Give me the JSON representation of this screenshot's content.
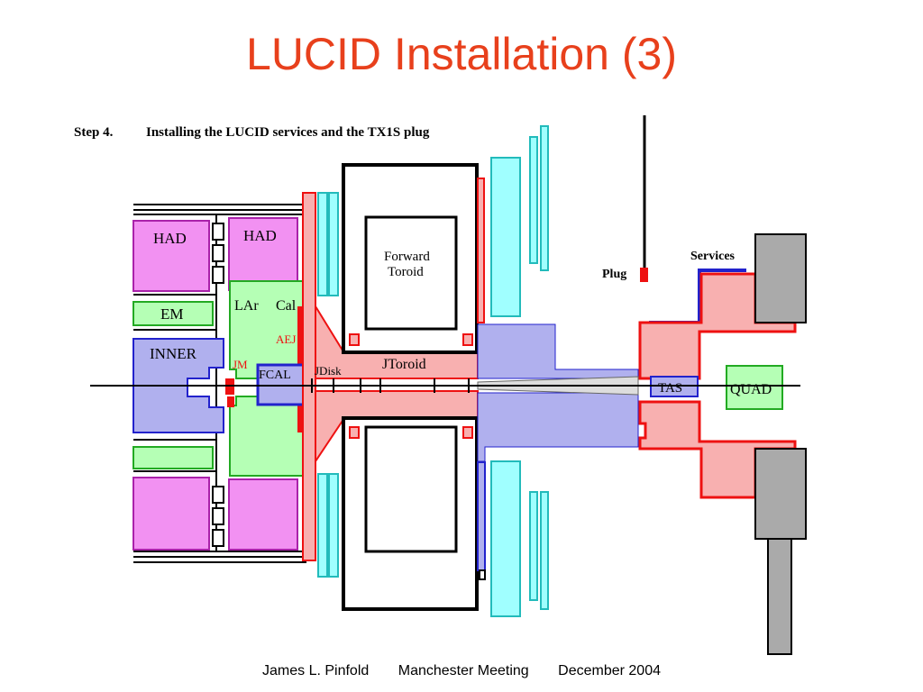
{
  "slide": {
    "title": "LUCID Installation (3)"
  },
  "diagram": {
    "step_label": "Step 4.",
    "step_title": "Installing the LUCID services and the TX1S plug",
    "labels": {
      "had_left": "HAD",
      "had_right": "HAD",
      "em": "EM",
      "inner": "INNER",
      "lar": "LAr",
      "cal": "Cal",
      "aej": "AEJ",
      "jm": "JM",
      "fcal": "FCAL",
      "jdisk": "JDisk",
      "jtoroid": "JToroid",
      "forward_toroid_line1": "Forward",
      "forward_toroid_line2": "Toroid",
      "plug": "Plug",
      "services": "Services",
      "tas": "TAS",
      "quad": "QUAD"
    },
    "colors": {
      "had": "#f291f2",
      "em": "#b5ffb5",
      "lar": "#b5ffb5",
      "inner": "#b0b0ee",
      "red_outline": "#ee1111",
      "pink_fill": "#f8b0b0",
      "cyan": "#a0ffff",
      "blue": "#2222cc",
      "gray": "#aaaaaa"
    }
  },
  "footer": {
    "author": "James L. Pinfold",
    "event": "Manchester Meeting",
    "date": "December 2004"
  }
}
